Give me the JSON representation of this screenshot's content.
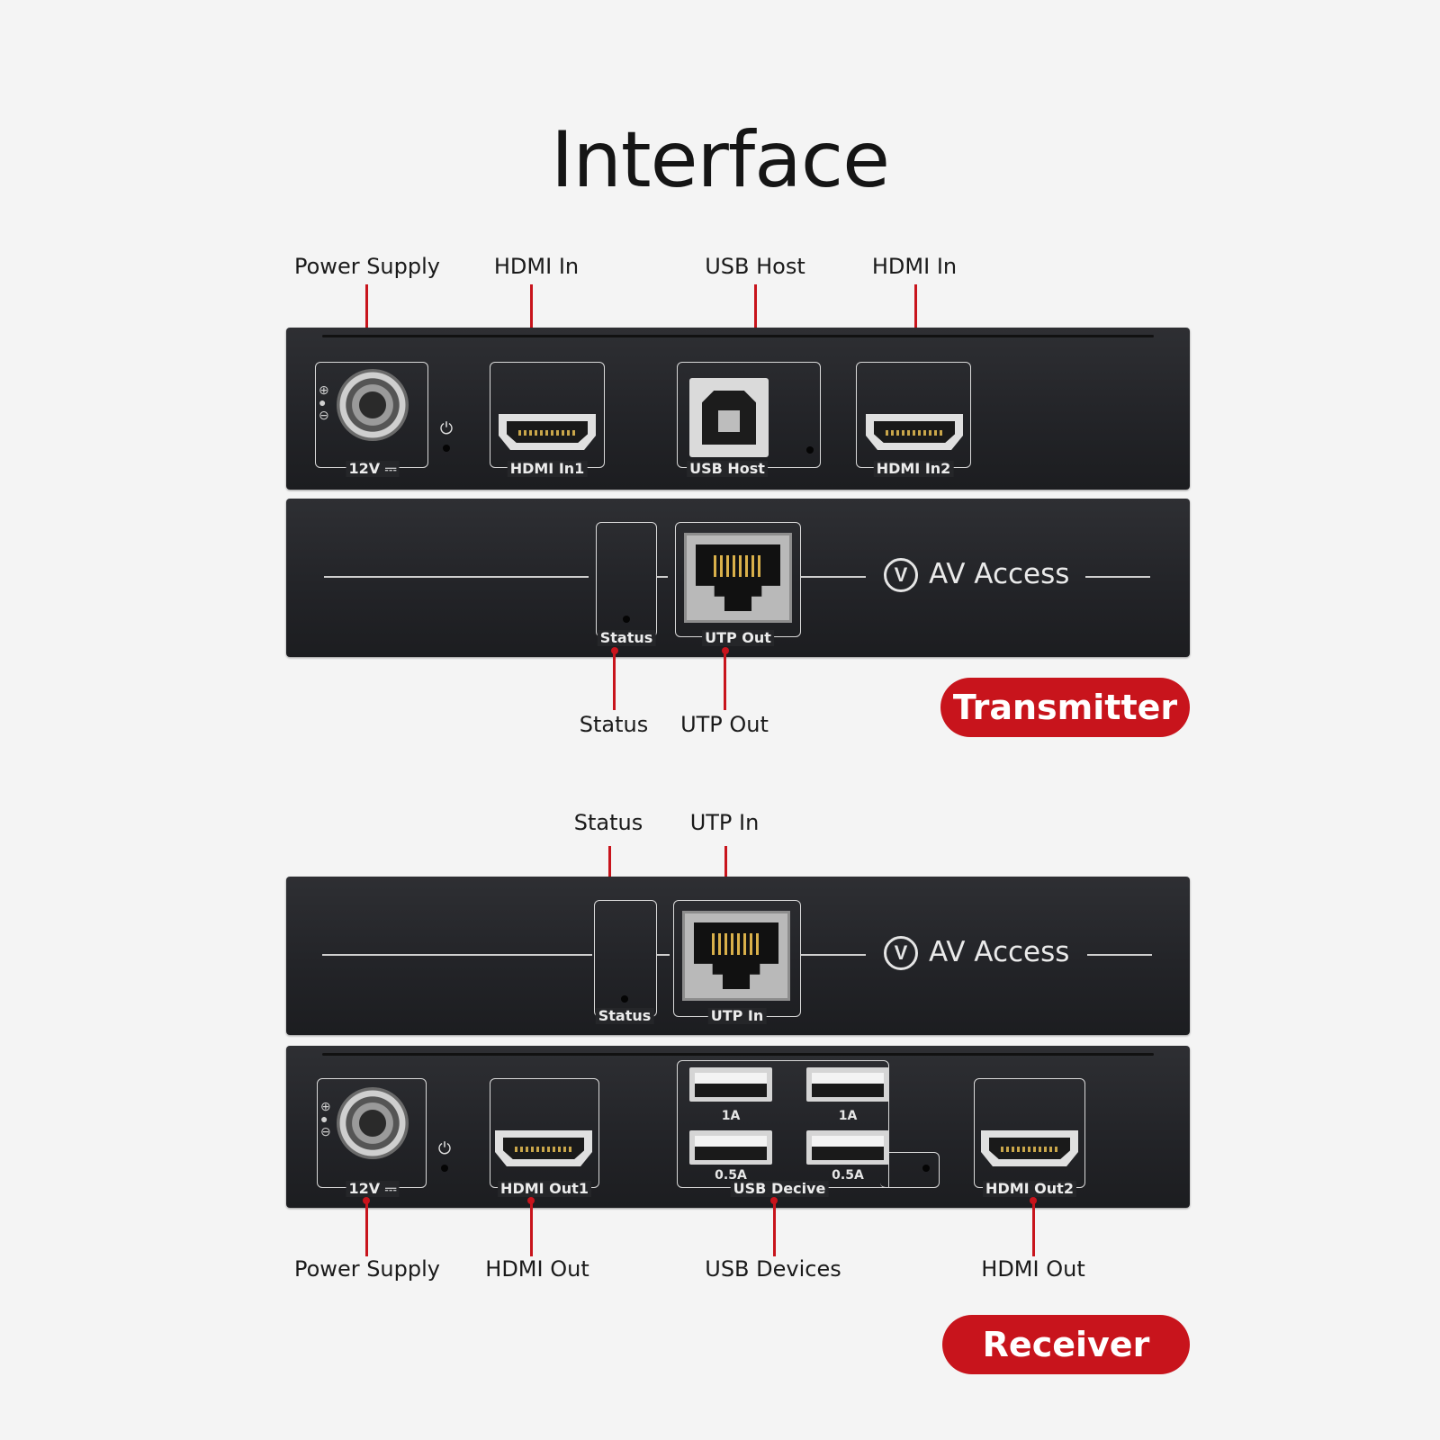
{
  "title": "Interface",
  "transmitter": {
    "badge": "Transmitter",
    "callouts_top": [
      "Power Supply",
      "HDMI In",
      "USB Host",
      "HDMI In"
    ],
    "callouts_bottom": [
      "Status",
      "UTP Out"
    ],
    "rear_labels": {
      "power": "12V ⎓",
      "hdmi1": "HDMI In1",
      "usb": "USB Host",
      "hdmi2": "HDMI In2"
    },
    "front_labels": {
      "status": "Status",
      "utp": "UTP Out"
    },
    "brand": "AV Access"
  },
  "receiver": {
    "badge": "Receiver",
    "callouts_top": [
      "Status",
      "UTP In"
    ],
    "callouts_bottom": [
      "Power Supply",
      "HDMI Out",
      "USB Devices",
      "HDMI Out"
    ],
    "front_labels": {
      "status": "Status",
      "utp": "UTP In"
    },
    "rear_labels": {
      "power": "12V ⎓",
      "hdmi1": "HDMI Out1",
      "usb": "USB Decive",
      "hdmi2": "HDMI Out2"
    },
    "usb_ratings": [
      "1A",
      "1A",
      "0.5A",
      "0.5A"
    ],
    "brand": "AV Access"
  },
  "icons": {
    "power": "power-icon",
    "logo": "av-access-logo-icon"
  },
  "colors": {
    "accent": "#c8141c",
    "panel": "#26272b",
    "background": "#f4f4f4"
  }
}
